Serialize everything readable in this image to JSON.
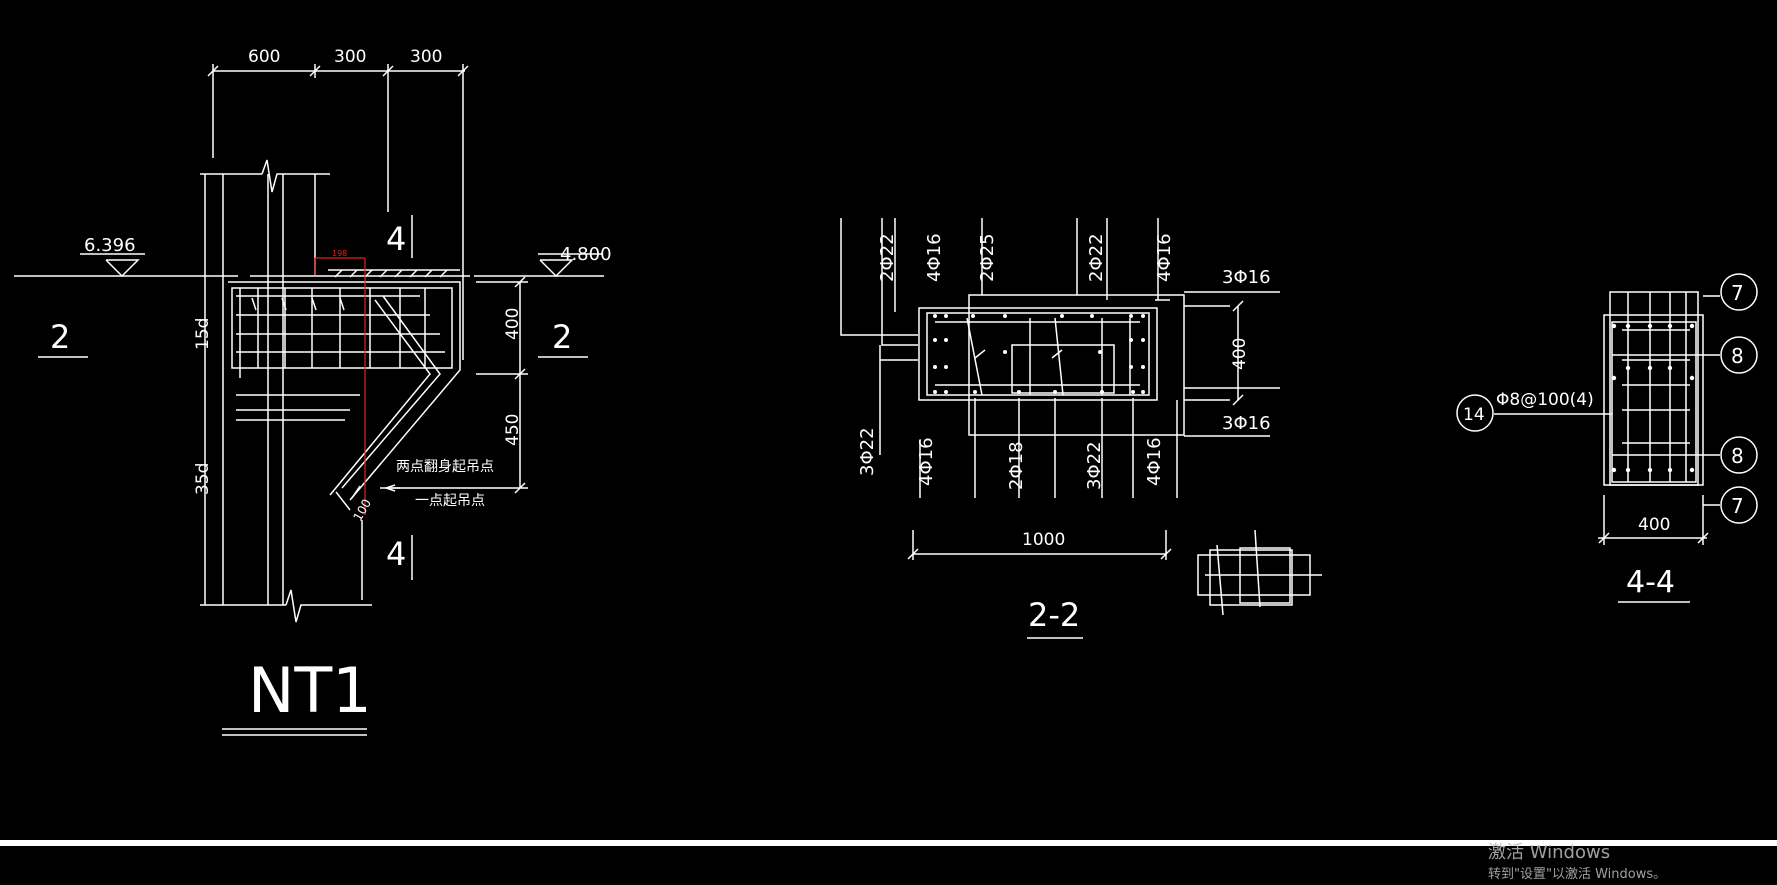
{
  "nt1": {
    "dims_top": [
      "600",
      "300",
      "300"
    ],
    "elev_left": "6.396",
    "elev_right": "4.800",
    "sec2_left": "2",
    "sec2_right": "2",
    "sec4_top": "4",
    "sec4_bottom": "4",
    "dim_400": "400",
    "dim_450": "450",
    "label_15d": "15d",
    "label_35d": "35d",
    "red_dim": "198",
    "note_two_point": "两点翻身起吊点",
    "note_one_point": "一点起吊点",
    "dim_100": "100",
    "title": "NT1"
  },
  "sec22": {
    "top_labels": [
      "2Φ22",
      "4Φ16",
      "2Φ25",
      "2Φ22",
      "4Φ16"
    ],
    "right_top": "3Φ16",
    "right_bottom": "3Φ16",
    "dim_400": "400",
    "bottom_labels": [
      "3Φ22",
      "4Φ16",
      "2Φ18",
      "3Φ22",
      "4Φ16"
    ],
    "dim_1000": "1000",
    "title": "2-2"
  },
  "sec44": {
    "bubble_7_top": "7",
    "bubble_8_top": "8",
    "bubble_8_bottom": "8",
    "bubble_7_bottom": "7",
    "bubble_14": "14",
    "stirrup": "Φ8@100(4)",
    "dim_400": "400",
    "title": "4-4"
  },
  "watermark": {
    "line1": "激活 Windows",
    "line2": "转到\"设置\"以激活 Windows。"
  }
}
